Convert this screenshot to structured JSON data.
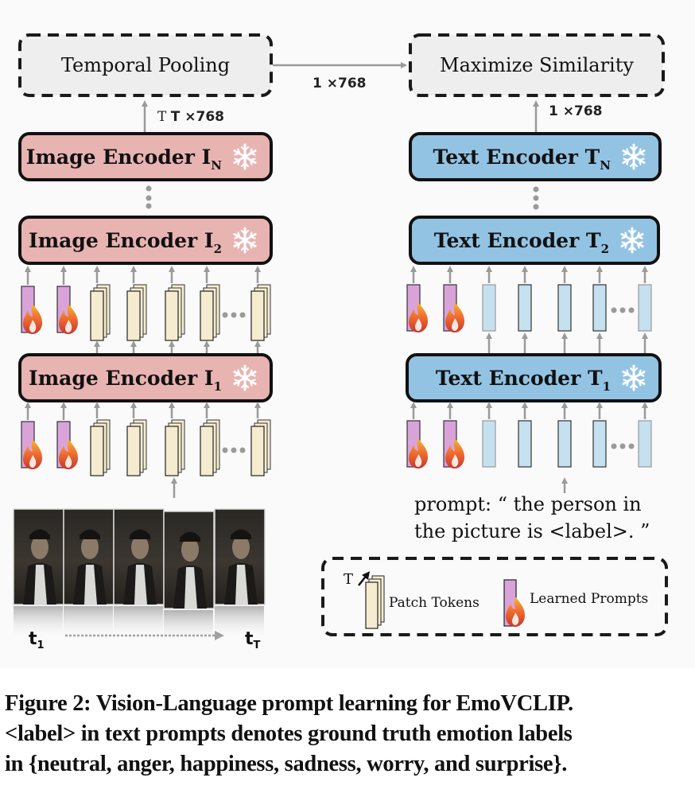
{
  "figure": {
    "temporal_pooling": {
      "label": "Temporal Pooling"
    },
    "maximize_similarity": {
      "label": "Maximize Similarity"
    },
    "dims": {
      "pool_to_sim": "1 ×768",
      "image_to_pool": "T ×768",
      "text_to_sim": "1 ×768"
    },
    "image_encoders": [
      {
        "name": "Image Encoder I",
        "sub": "N",
        "icon": "snowflake-icon"
      },
      {
        "name": "Image Encoder I",
        "sub": "2",
        "icon": "snowflake-icon"
      },
      {
        "name": "Image Encoder I",
        "sub": "1",
        "icon": "snowflake-icon"
      }
    ],
    "text_encoders": [
      {
        "name": "Text Encoder T",
        "sub": "N",
        "icon": "snowflake-icon"
      },
      {
        "name": "Text Encoder T",
        "sub": "2",
        "icon": "snowflake-icon"
      },
      {
        "name": "Text Encoder T",
        "sub": "1",
        "icon": "snowflake-icon"
      }
    ],
    "prompt": {
      "line1": "prompt: “ the person in",
      "line2": "the picture is <label>. ”"
    },
    "timeline": {
      "start": "t",
      "start_sub": "1",
      "end": "t",
      "end_sub": "T"
    },
    "legend": {
      "T_label": "T",
      "patch_tokens": "Patch Tokens",
      "learned_prompts": "Learned Prompts"
    },
    "colors": {
      "image_encoder_fill": "#e8b4b2",
      "text_encoder_fill": "#93c3e3",
      "learned_prompt_fill": "#d9a3da",
      "patch_token_fill": "#f5ecd0",
      "text_token_fill": "#c5e0ef",
      "dashed_box_fill": "#eeeeee",
      "arrow_gray": "#9a9a9a"
    }
  },
  "caption": {
    "line1": "Figure 2: Vision-Language prompt learning for EmoVCLIP.",
    "line2": "<label> in text prompts denotes ground truth emotion labels",
    "line3": "in {neutral, anger, happiness, sadness, worry, and surprise}."
  }
}
